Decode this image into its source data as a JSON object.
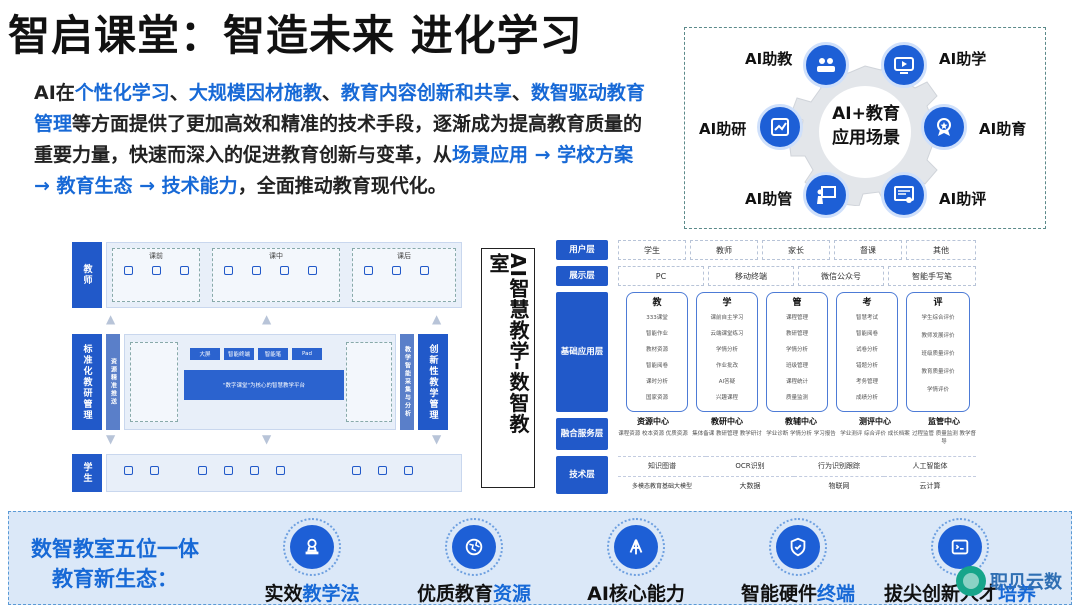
{
  "title": "智启课堂：智造未来 进化学习",
  "intro": {
    "p1": "AI在",
    "h1": "个性化学习",
    "s1": "、",
    "h2": "大规模因材施教",
    "s2": "、",
    "h3": "教育内容创新和共享",
    "s3": "、",
    "h4": "数智驱动教育管理",
    "p2": "等方面提供了更加高效和精准的技术手段，逐渐成为提高教育质量的重要力量，快速而深入的促进教育创新与变革，从",
    "h5": "场景应用 → 学校方案 → 教育生态 → 技术能力",
    "p3": "，全面推动教育现代化。"
  },
  "scenarios": {
    "center_line1": "AI+教育",
    "center_line2": "应用场景",
    "items": [
      {
        "label": "AI助教",
        "icon": "teacher-icon"
      },
      {
        "label": "AI助学",
        "icon": "video-learning-icon"
      },
      {
        "label": "AI助研",
        "icon": "research-icon"
      },
      {
        "label": "AI助育",
        "icon": "medal-icon"
      },
      {
        "label": "AI助管",
        "icon": "presentation-icon"
      },
      {
        "label": "AI助评",
        "icon": "evaluation-icon"
      }
    ]
  },
  "arch": {
    "teacher": "教师",
    "research": "标准化教研管理",
    "student": "学生",
    "resource": "资源精准推送",
    "innovation": "创新性教学管理",
    "data_teach": "教学智能采集与分析",
    "pre": "课前",
    "in": "课中",
    "post": "课后",
    "center": "\"数字课堂\"为核心的智慧教学平台",
    "chips": [
      "大屏",
      "智能终端",
      "智能笔",
      "Pad"
    ]
  },
  "vertical_title": "AI智慧教学-数智教室",
  "layers": {
    "labels": [
      "用户层",
      "展示层",
      "基础应用层",
      "融合服务层",
      "技术层"
    ],
    "users": [
      "学生",
      "教师",
      "家长",
      "督课",
      "其他"
    ],
    "displays": [
      "PC",
      "移动终端",
      "微信公众号",
      "智能手写笔"
    ],
    "columns": [
      {
        "head": "教",
        "items": [
          "333课堂",
          "智能作业",
          "教材资源",
          "智能阅卷",
          "课时分析",
          "国家资源"
        ]
      },
      {
        "head": "学",
        "items": [
          "课前自主学习",
          "云端课堂练习",
          "学情分析",
          "作业批改",
          "AI答疑",
          "兴趣课程"
        ]
      },
      {
        "head": "管",
        "items": [
          "课程管理",
          "教研管理",
          "学情分析",
          "班级管理",
          "课程统计",
          "质量监测"
        ]
      },
      {
        "head": "考",
        "items": [
          "智慧考试",
          "智能阅卷",
          "试卷分析",
          "错题分析",
          "考务管理",
          "成绩分析"
        ]
      },
      {
        "head": "评",
        "items": [
          "学生综合评价",
          "教师发展评价",
          "班级质量评价",
          "教育质量评价",
          "学情评价"
        ]
      }
    ],
    "centers": [
      {
        "head": "资源中心",
        "desc": "课程资源 校本资源 优质资源"
      },
      {
        "head": "教研中心",
        "desc": "集体备课 教研管理 教学研讨"
      },
      {
        "head": "教辅中心",
        "desc": "学业诊断 学情分析 学习报告"
      },
      {
        "head": "测评中心",
        "desc": "学业测评 综合评价 成长档案"
      },
      {
        "head": "监管中心",
        "desc": "过程监管 质量监测 教学督导"
      }
    ],
    "tech_row1": [
      "知识图谱",
      "OCR识别",
      "行为识别跟踪",
      "人工智能体"
    ],
    "tech_row2": [
      "多模态教育基础大模型",
      "大数据",
      "物联网",
      "云计算"
    ]
  },
  "bottom": {
    "title_line1": "数智教室五位一体",
    "title_line2": "教育新生态：",
    "features": [
      {
        "pre": "实效",
        "hl": "教学法",
        "icon": "stamp-icon"
      },
      {
        "pre": "优质教育",
        "hl": "资源",
        "icon": "globe-icon"
      },
      {
        "pre": "AI核心能力",
        "hl": "",
        "icon": "chip-icon"
      },
      {
        "pre": "智能硬件",
        "hl": "终端",
        "icon": "shield-check-icon"
      },
      {
        "pre": "拔尖创新人才",
        "hl": "培养",
        "icon": "screen-icon"
      }
    ]
  },
  "brand": "职贝云数",
  "colors": {
    "accent": "#1769d6",
    "primary": "#1d5fd6",
    "panel": "#dbe8f8"
  }
}
